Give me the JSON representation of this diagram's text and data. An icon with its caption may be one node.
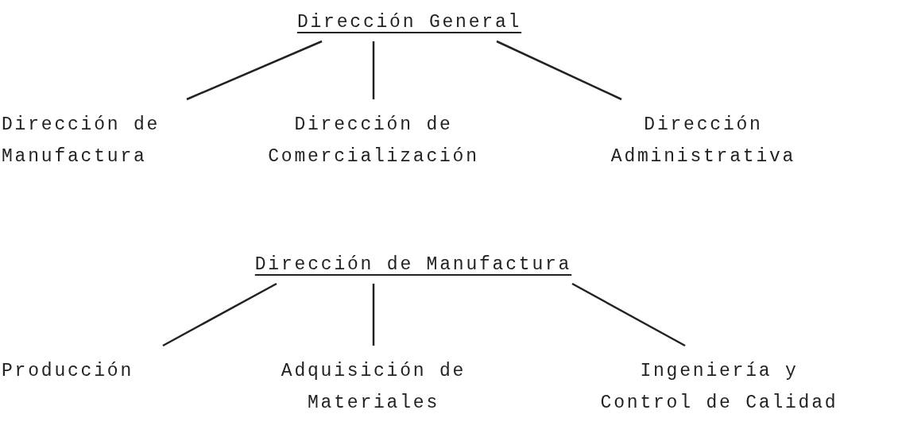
{
  "diagram": {
    "nodes": [
      {
        "text": [
          "Dirección General"
        ]
      },
      {
        "text": [
          "Dirección de Manufactura"
        ]
      },
      {
        "text": [
          "Dirección de Comercialización"
        ]
      },
      {
        "text": [
          "Dirección Administrativa"
        ]
      },
      {
        "text": [
          "Dirección de Manufactura"
        ]
      },
      {
        "text": [
          "Producción"
        ]
      },
      {
        "text": [
          "Adquisición de Materiales"
        ]
      },
      {
        "text": [
          "Ingeniería y Control de Calidad"
        ]
      }
    ],
    "edges": [
      {
        "from": 0,
        "to": 1,
        "arrow": "none"
      },
      {
        "from": 0,
        "to": 2,
        "arrow": "none"
      },
      {
        "from": 0,
        "to": 3,
        "arrow": "none"
      },
      {
        "from": 4,
        "to": 5,
        "arrow": "none"
      },
      {
        "from": 4,
        "to": 6,
        "arrow": "none"
      },
      {
        "from": 4,
        "to": 7,
        "arrow": "none"
      }
    ]
  }
}
